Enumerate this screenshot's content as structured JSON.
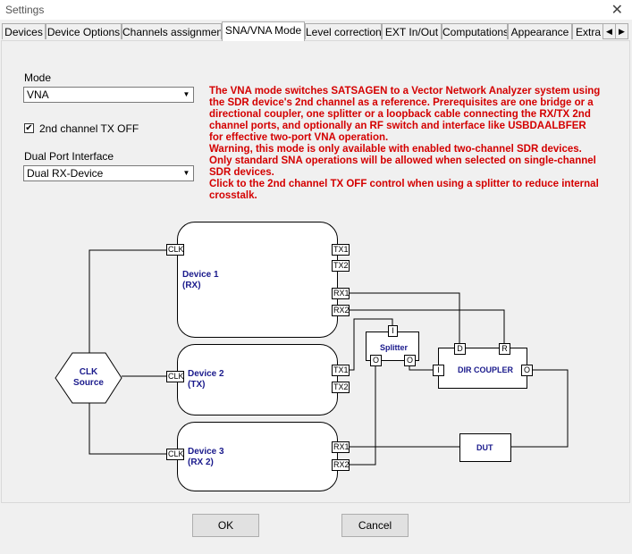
{
  "window": {
    "title": "Settings",
    "close_glyph": "✕"
  },
  "tabs": [
    "Devices",
    "Device Options",
    "Channels assignment",
    "SNA/VNA Mode",
    "Level correction",
    "EXT In/Out",
    "Computations",
    "Appearance",
    "Extra"
  ],
  "tab_scroll": {
    "left": "◀",
    "right": "▶"
  },
  "mode": {
    "label": "Mode",
    "value": "VNA"
  },
  "tx_off": {
    "label": "2nd channel TX OFF",
    "checked": "✔"
  },
  "dual_port": {
    "label": "Dual Port Interface",
    "value": "Dual RX-Device"
  },
  "info_lines": [
    "The VNA mode switches SATSAGEN to a Vector Network Analyzer system using",
    "the SDR device's 2nd channel as a reference. Prerequisites are one bridge or a",
    "directional coupler, one splitter or a loopback cable connecting the RX/TX 2nd",
    "channel ports, and optionally an RF switch and interface like USBDAALBFER",
    "for effective two-port VNA operation.",
    "Warning, this mode is only available with enabled two-channel SDR devices.",
    "Only standard SNA operations will be allowed when selected on single-channel",
    "SDR devices.",
    "Click to the 2nd channel TX OFF control when using a splitter to reduce internal",
    "crosstalk."
  ],
  "diagram": {
    "clk_source": [
      "CLK",
      "Source"
    ],
    "device1": [
      "Device 1",
      "(RX)"
    ],
    "device2": [
      "Device 2",
      "(TX)"
    ],
    "device3": [
      "Device 3",
      "(RX 2)"
    ],
    "port_clk": "CLK",
    "port_tx1": "TX1",
    "port_tx2": "TX2",
    "port_rx1": "RX1",
    "port_rx2": "RX2",
    "splitter": "Splitter",
    "port_i": "I",
    "port_o": "O",
    "coupler": "DIR COUPLER",
    "port_d": "D",
    "port_r": "R",
    "dut": "DUT"
  },
  "buttons": {
    "ok": "OK",
    "cancel": "Cancel"
  }
}
